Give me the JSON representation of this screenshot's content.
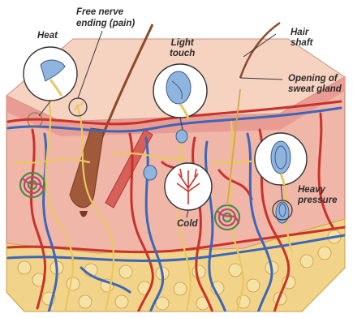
{
  "labels": {
    "heat": "Heat",
    "free_nerve_1": "Free nerve",
    "free_nerve_2": "ending (pain)",
    "light_1": "Light",
    "light_2": "touch",
    "hair_1": "Hair",
    "hair_2": "shaft",
    "sweat_1": "Opening of",
    "sweat_2": "sweat gland",
    "cold": "Cold",
    "heavy_1": "Heavy",
    "heavy_2": "pressure"
  },
  "colors": {
    "epidermis": "#f3c9b8",
    "dermis": "#f0b6a8",
    "fat": "#f2d38a",
    "artery": "#c8322a",
    "vein": "#3d66b8",
    "nerve": "#e8c860",
    "hair": "#8a4a2a",
    "callout_fill": "#ffffff",
    "receptor": "#8fb4de"
  }
}
